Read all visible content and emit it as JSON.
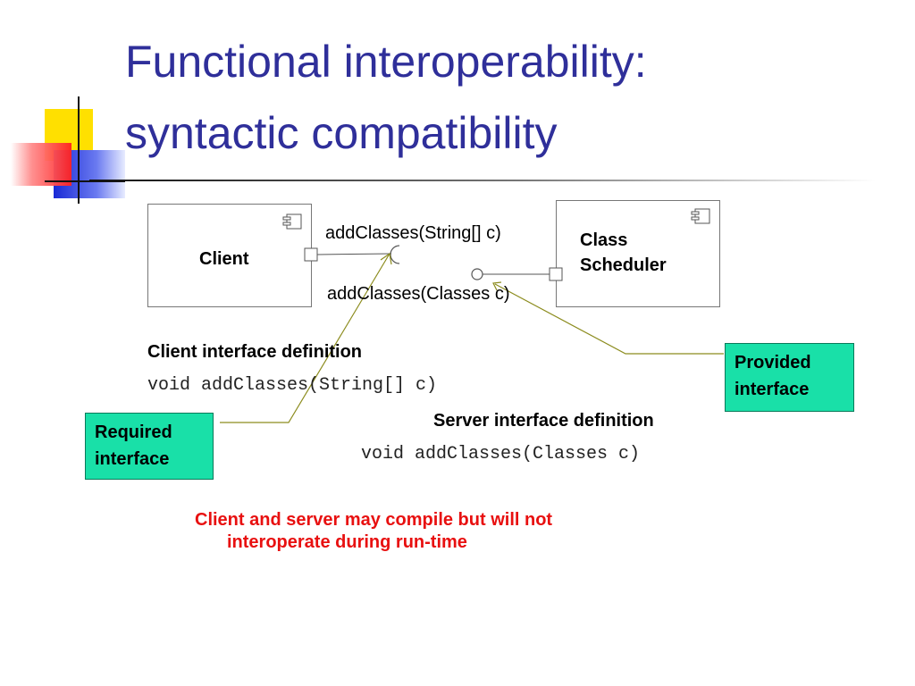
{
  "title": {
    "line1": "Functional interoperability:",
    "line2": "syntactic compatibility"
  },
  "diagram": {
    "client_label": "Client",
    "scheduler_label_line1": "Class",
    "scheduler_label_line2": "Scheduler",
    "required_method": "addClasses(String[] c)",
    "provided_method": "addClasses(Classes c)"
  },
  "client_def": {
    "heading": "Client interface definition",
    "code": "void addClasses(String[] c)"
  },
  "server_def": {
    "heading": "Server interface definition",
    "code": "void addClasses(Classes c)"
  },
  "callouts": {
    "provided_line1": "Provided",
    "provided_line2": "interface",
    "required_line1": "Required",
    "required_line2": "interface"
  },
  "note": {
    "line1": "Client and server may compile but will not",
    "line2": "interoperate during run-time"
  },
  "colors": {
    "title": "#2f2f9a",
    "callout_fill": "#19e0a8",
    "note_text": "#e81010",
    "leader_line": "#8c8c1e"
  }
}
